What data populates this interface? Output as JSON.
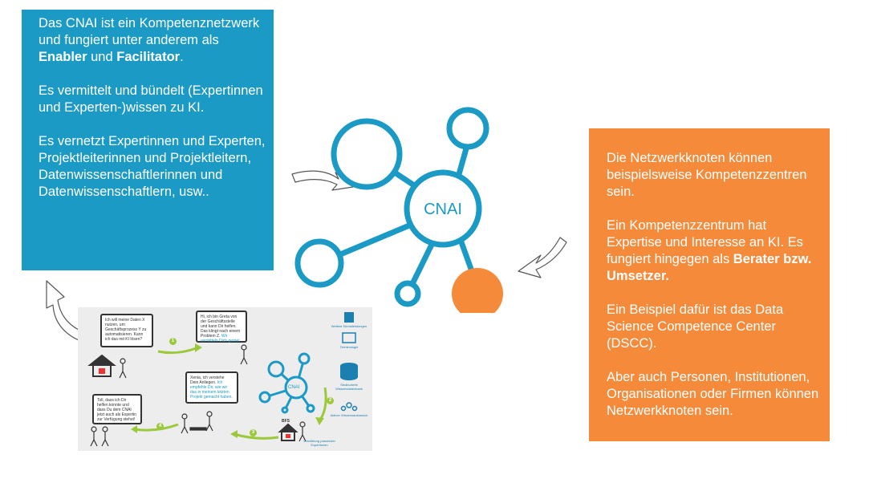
{
  "blue_box": {
    "p1_pre": "Das CNAI ist ein Kompetenznetzwerk und fungiert unter anderem als ",
    "p1_bold1": "Enabler",
    "p1_mid": " und ",
    "p1_bold2": "Facilitator",
    "p1_end": ".",
    "p2": "Es vermittelt und bündelt (Expertinnen und Experten-)wissen zu KI.",
    "p3": "Es vernetzt Expertinnen und Experten, Projektleiterinnen und Projektleitern, Datenwissenschaftlerinnen und Datenwissenschaftlern, usw.."
  },
  "orange_box": {
    "p1": "Die Netzwerkknoten können beispielsweise Kompetenzzentren sein.",
    "p2_pre": "Ein Kompetenzzentrum hat Expertise und Interesse an KI. Es fungiert hingegen als ",
    "p2_bold": "Berater bzw. Umsetzer.",
    "p3": "Ein Beispiel dafür ist das Data Science Competence Center (DSCC).",
    "p4": "Aber auch Personen, Institutionen, Organisationen oder Firmen können Netzwerkknoten sein."
  },
  "network": {
    "center_label": "CNAI",
    "colors": {
      "node": "#1b9ac6",
      "highlight": "#f58b3a"
    }
  },
  "thumbnail": {
    "bubble1": "Ich will meine Daten X nutzen, um Geschäftsprozess Y zu automatisieren. Kann ich das mit KI lösen?",
    "bubble2_pre": "Hi, ich bin Greta von der Geschäftsstelle und kann Dir helfen. Das klingt nach einem Problem Z. ",
    "bubble2_link": "Wir vermitteln Dich gerne!",
    "bubble3_pre": "Xenia, ich verstehe Dein Anliegen. ",
    "bubble3_link": "Ich empfehle Dir, wie wir das in meinem letzten Projekt gemacht haben.",
    "bubble4": "Toll, dass ich Dir helfen konnte und dass Du dem CNAI jetzt auch als Expertin zur Verfügung stehst!",
    "center_label": "CNAI",
    "bfs_label": "BFS",
    "labels": [
      "Weitere Dienstleistungen",
      "Terminologie",
      "Strukturierte Wissensdatenbank",
      "Aktiver Wissensaustausch",
      "Vermittlung passender Expertinnen"
    ],
    "steps": [
      "1",
      "2",
      "3",
      "4"
    ]
  }
}
